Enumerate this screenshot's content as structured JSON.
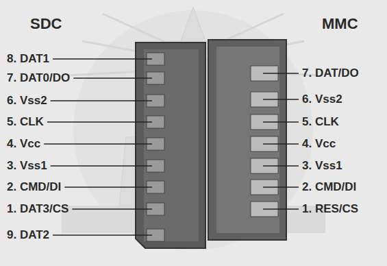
{
  "diagram": {
    "labels": [
      "SDC",
      "8. DAT1",
      "7. DAT0/DO",
      "6. Vss2",
      "5. CLK",
      "4. Vcc",
      "3. Vss1",
      "2. CMD/DI",
      "1. DAT3/CS",
      "9. DAT2",
      "MMC",
      "7. DAT/DO",
      "6. Vss2",
      "5. CLK",
      "4. Vcc",
      "3. Vss1",
      "2. CMD/DI",
      "1. RES/CS"
    ]
  }
}
